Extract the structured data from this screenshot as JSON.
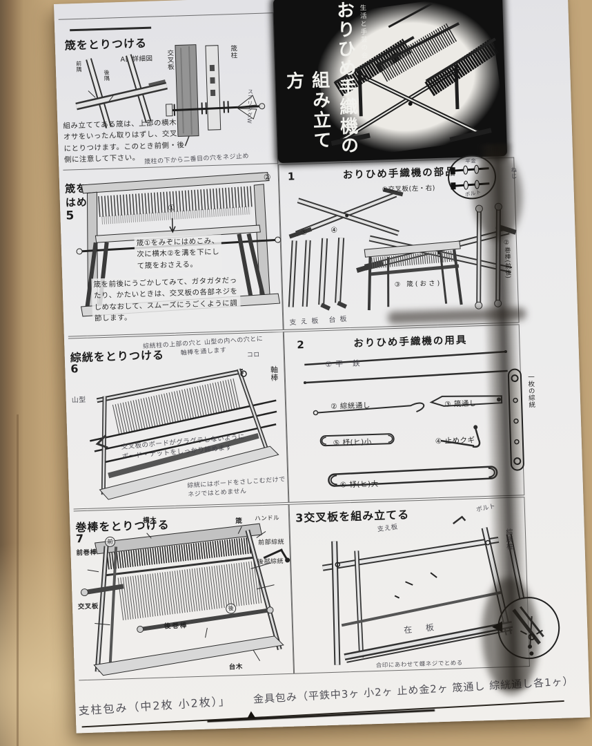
{
  "appearance": {
    "desk_color": "#c3a67a",
    "desk_color_light": "#d8c094",
    "desk_edge_dark": "#6e5a41",
    "paper_color": "#ebebec",
    "ink_color": "#1c1c1c",
    "handwriting_color": "#3a3a42",
    "streak_color": "#28231d"
  },
  "title_block": {
    "society": "生活と手芸の会",
    "title_line1": "おりひめ手織機の",
    "title_line2": "組み立て方"
  },
  "panel_attach_reed": {
    "header": "筬をとりつける",
    "detail_label": "A部詳細図",
    "front_label": "前隅",
    "back_label": "後隅",
    "body_lines": [
      "組み立ててある筬は、上部の横木と",
      "オサをいったん取りはずし、交叉板",
      "にとりつけます。このとき前側・後",
      "側に注意して下さい。"
    ],
    "board_label": "交叉板",
    "post_label": "筬柱",
    "spring_note": "スプリングW",
    "hand_note": "筬柱の下から二番目の穴をネジ止め"
  },
  "panel_parts": {
    "number": "1",
    "title": "おりひめ手織機の部品",
    "cross_label": "①交叉板(左・右)",
    "reed_label": "③ 筬(おさ)",
    "roller_label": "②巻棒(前後)",
    "flat_iron_label": "平金",
    "bolt_label": "ボルト",
    "screw_label": "ねじ",
    "board_notes": "支え板 台板",
    "num5": "⑤",
    "num4": "④"
  },
  "panel_fit_reed": {
    "number": "5",
    "header_line1": "筬を",
    "header_line2": "はめる",
    "ref1": "①",
    "ref2": "②",
    "text1_lines": [
      "筬①をみぞにはめこみ、",
      "次に横木②を溝を下にし",
      "て筬をおさえる。"
    ],
    "text2_lines": [
      "筬を前後にうごかしてみて、ガタガタだっ",
      "たり、かたいときは、交叉板の各部ネジを",
      "しめなおして、スムーズにうごくように調",
      "節します。"
    ]
  },
  "panel_attach_heddle": {
    "number": "6",
    "header": "綜絖をとりつける",
    "top_note_line1": "綜絖柱の上部の穴と 山型の内への穴とに",
    "top_note_line2": "軸棒を通します",
    "roller_label": "コロ",
    "shaft_label": "軸棒",
    "yama_label": "山型",
    "mid_note_line1": "交叉板のボードがグラグラしないように",
    "mid_note_line2": "ボード・ナットをしっかり締めます",
    "bottom_note_line1": "綜絖にはボードをさしこむだけで",
    "bottom_note_line2": "ネジではとめません"
  },
  "panel_tools": {
    "number": "2",
    "title": "おりひめ手織機の用具",
    "item1": "①平 鉄",
    "item2": "② 綜絖通し",
    "item3": "③ 筬通し",
    "item5": "⑤ 杼(ヒ)小",
    "item4": "④ 止めクギ",
    "item6": "⑥ 杼(ヒ)大",
    "heddle_label": "一枚の綜絖"
  },
  "panel_attach_rollers": {
    "number": "7",
    "header": "巻棒をとりつける",
    "labels": {
      "yokogi": "横木",
      "osa": "筬",
      "handle": "ハンドル",
      "front_roller": "前巻棒",
      "front_heddle": "前部綜絖",
      "rear_heddle": "後部綜絖",
      "cross_board": "交叉板",
      "rear_roller": "後巻棒",
      "base": "台木",
      "front_mark": "前",
      "rear_mark": "後"
    }
  },
  "panel_assemble_cross": {
    "header": "3交叉板を組み立てる",
    "support_label": "支え板",
    "bolt_label": "ボルト",
    "heddle_post_label": "綜絖柱",
    "board_label": "在 板",
    "note": "合印にあわせて蝶ネジでとめる"
  },
  "footer": {
    "note_left": "支柱包み（中2枚 小2枚）」",
    "note_right": "金具包み（平鉄中3ヶ 小2ヶ 止め金2ヶ 筬通し 綜絖通し各1ヶ）"
  }
}
